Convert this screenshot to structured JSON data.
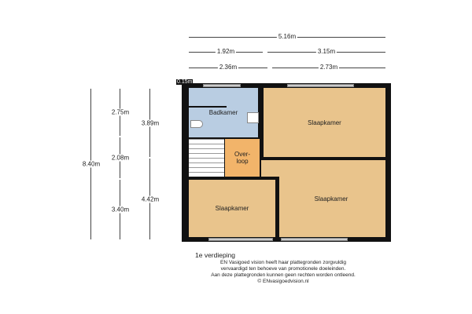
{
  "dimensions_top": {
    "total": "5.16m",
    "row2_left": "1.92m",
    "row2_right": "3.15m",
    "row3_left": "2.36m",
    "row3_right": "2.73m"
  },
  "dimensions_left": {
    "total": "8.40m",
    "col2_a": "2.75m",
    "col2_b": "2.08m",
    "col2_c": "3.40m",
    "col3_a": "3.89m",
    "col3_b": "4.42m"
  },
  "wall_thickness": "0.15m",
  "rooms": {
    "bathroom": "Badkamer",
    "landing": "Over-\nloop",
    "bedroom_top_right": "Slaapkamer",
    "bedroom_bottom_left": "Slaapkamer",
    "bedroom_bottom_right": "Slaapkamer"
  },
  "floor_label": "1e verdieping",
  "disclaimer": [
    "EN Vasigoed vision heeft haar plattegronden zorgvuldig",
    "vervaardigd ten behoeve van promotionele doeleinden.",
    "Aan deze plattegronden kunnen geen rechten worden ontleend.",
    "© ENvasigoedvision.nl"
  ],
  "colors": {
    "room": "#e9c48c",
    "bathroom": "#b9cde2",
    "landing": "#f2b46a",
    "wall": "#111111"
  }
}
